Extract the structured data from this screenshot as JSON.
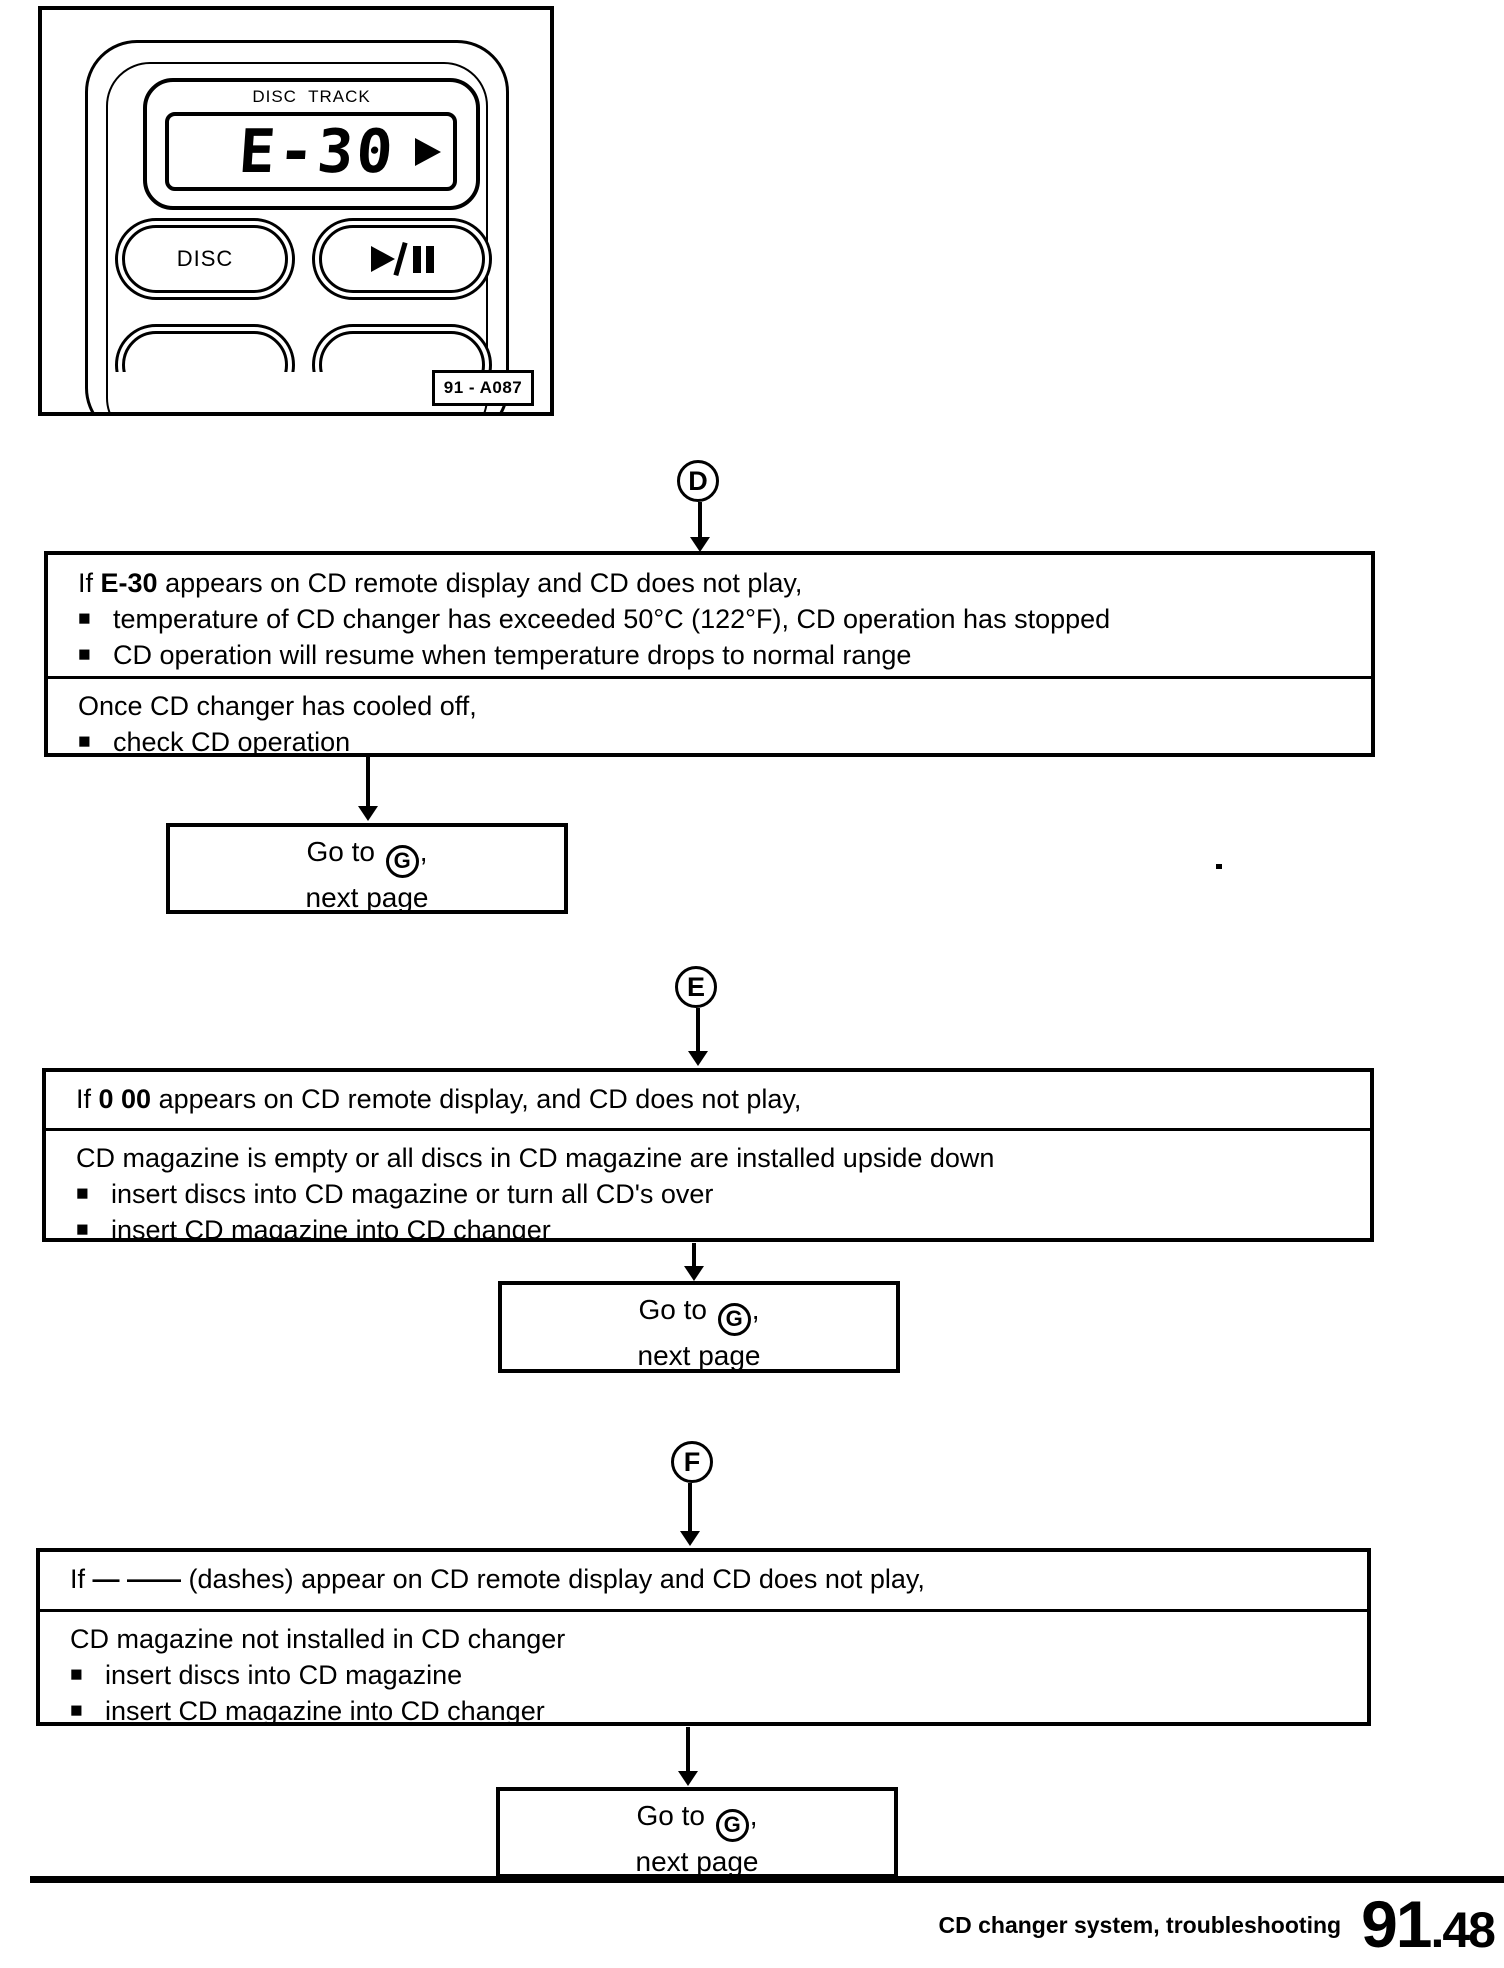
{
  "ui": {
    "bullet": "■"
  },
  "icons": {
    "play_pause_button": "play-pause-icon",
    "lcd_play_indicator": "play-triangle-icon"
  },
  "figure": {
    "display_header": "DISC  TRACK",
    "display_value": "E-30",
    "disc_label": "DISC",
    "code_label": "91 - A087"
  },
  "d": {
    "letter": "D",
    "s1_prefix": "If ",
    "s1_em": "E-30",
    "s1_suffix": " appears on CD remote display and CD does not play,",
    "s1_b1": "temperature of CD changer has exceeded 50°C (122°F), CD operation has stopped",
    "s1_b2": "CD operation will resume when temperature drops to normal range",
    "s2_title": "Once CD changer has cooled off,",
    "s2_b1": "check CD operation"
  },
  "e": {
    "letter": "E",
    "s1_prefix": "If ",
    "s1_em": "0 00",
    "s1_suffix": " appears on CD remote display, and CD does not play,",
    "s2_title": "CD magazine is empty or all discs in CD magazine are installed upside down",
    "s2_b1": "insert discs into CD magazine or turn all CD's over",
    "s2_b2": "insert CD magazine into CD changer"
  },
  "f": {
    "letter": "F",
    "s1_prefix": "If ",
    "s1_em": "— ——",
    "s1_suffix": " (dashes) appear on CD remote display and CD does not play,",
    "s2_title": "CD magazine not installed in CD changer",
    "s2_b1": "insert discs into CD magazine",
    "s2_b2": "insert CD magazine into CD changer"
  },
  "goto": {
    "prefix": "Go to ",
    "ref": "G",
    "suffix": ",",
    "line2": "next page"
  },
  "footer": {
    "caption": "CD changer system, troubleshooting",
    "page_major": "91",
    "page_minor": ".48"
  }
}
